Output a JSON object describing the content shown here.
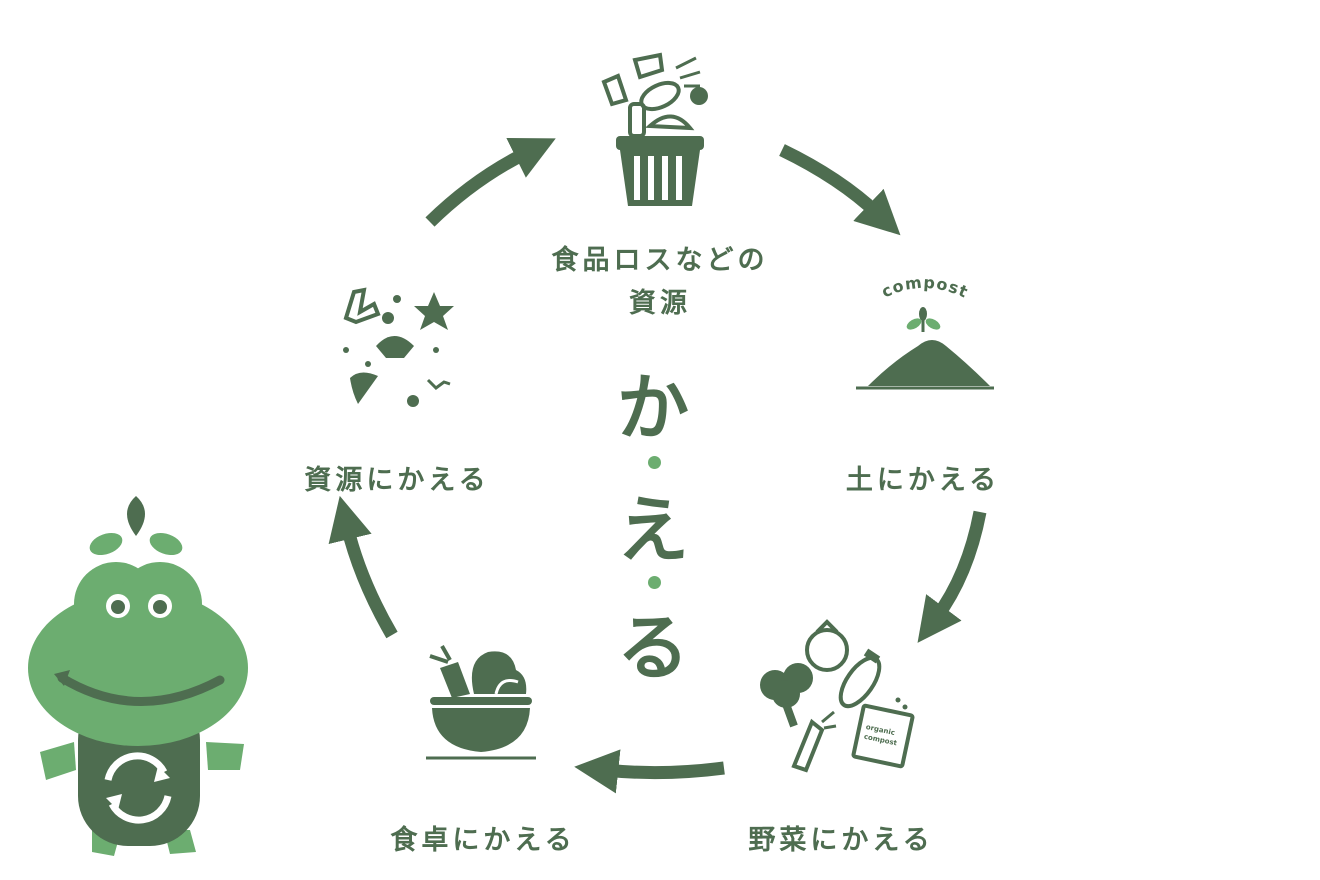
{
  "labels": {
    "top_line1": "食品ロスなどの",
    "top_line2": "資源",
    "right": "土にかえる",
    "bottom_right": "野菜にかえる",
    "bottom_left": "食卓にかえる",
    "left": "資源にかえる"
  },
  "center": {
    "c1": "か",
    "c2": "え",
    "c3": "る"
  },
  "compost_text": "compost",
  "packet_text": {
    "line1": "organic",
    "line2": "compost"
  },
  "colors": {
    "dark_green": "#4e6d50",
    "light_green": "#6cad70"
  }
}
